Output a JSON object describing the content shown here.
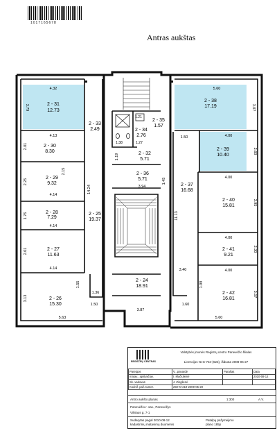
{
  "header": {
    "barcode_number": "1017165678",
    "title": "Antras aukštas"
  },
  "rooms": {
    "r2_31": {
      "id": "2 - 31",
      "area": "12.73"
    },
    "r2_30": {
      "id": "2 - 30",
      "area": "8.30"
    },
    "r2_29": {
      "id": "2 - 29",
      "area": "9.32"
    },
    "r2_28": {
      "id": "2 - 28",
      "area": "7.29"
    },
    "r2_27": {
      "id": "2 - 27",
      "area": "11.63"
    },
    "r2_26": {
      "id": "2 - 26",
      "area": "15.30"
    },
    "r2_33": {
      "id": "2 - 33",
      "area": "2.49"
    },
    "r2_25": {
      "id": "2 - 25",
      "area": "19.37"
    },
    "r2_34": {
      "id": "2 - 34",
      "area": "2.76"
    },
    "r2_35": {
      "id": "2 - 35",
      "area": "1.57"
    },
    "r2_32": {
      "id": "2 - 32",
      "area": "5.71"
    },
    "r2_36": {
      "id": "2 - 36",
      "area": "5.71"
    },
    "r2_24": {
      "id": "2 - 24",
      "area": "18.91"
    },
    "r2_37": {
      "id": "2 - 37",
      "area": "16.68"
    },
    "r2_38": {
      "id": "2 - 38",
      "area": "17.19"
    },
    "r2_39": {
      "id": "2 - 39",
      "area": "10.40"
    },
    "r2_40": {
      "id": "2 - 40",
      "area": "15.81"
    },
    "r2_41": {
      "id": "2 - 41",
      "area": "9.21"
    },
    "r2_42": {
      "id": "2 - 42",
      "area": "16.81"
    }
  },
  "dimensions": {
    "d_432": "4.32",
    "d_379": "3.79",
    "d_413": "4.13",
    "d_201a": "2.01",
    "d_225": "2.25",
    "d_215": "2.15",
    "d_414a": "4.14",
    "d_176": "1.76",
    "d_414b": "4.14",
    "d_201b": "2.01",
    "d_414c": "4.14",
    "d_313": "3.13",
    "d_563": "5.63",
    "d_155": "1.55",
    "d_136": "1.36",
    "d_150a": "1.50",
    "d_1424": "14.24",
    "d_119": "1.19",
    "d_121": "1.21",
    "d_127": "1.27",
    "d_138": "1.38",
    "d_394": "3.94",
    "d_145": "1.45",
    "d_387": "3.87",
    "d_1113": "11.13",
    "d_340": "3.40",
    "d_150b": "1.50",
    "d_560a": "5.60",
    "d_307": "3.07",
    "d_400a": "4.00",
    "d_260": "2.60",
    "d_400b": "4.00",
    "d_395": "3.95",
    "d_400c": "4.00",
    "d_230": "2.30",
    "d_400d": "4.00",
    "d_199": "1.99",
    "d_357": "3.57",
    "d_160": "1.60",
    "d_560b": "5.60"
  },
  "stamp": {
    "logo_label": "REGISTRŲ CENTRAS",
    "org": "Valstybės įmonės Registrų centro Panevėžio filialas",
    "license": "Licencijos Nr.G-734-(623), išduota 2008-06-27",
    "col_headers": [
      "Pareigos",
      "V., pavardė",
      "Parašas",
      "Data"
    ],
    "row1": [
      "matav., apskaičiav.",
      "I. Mačiulienė",
      "",
      "2010-08-12"
    ],
    "row2": [
      "Sk. vadovas",
      "J. Zinglienė",
      "",
      ""
    ],
    "row3": [
      "Kodnif. paž.numer.",
      "250-M-219-2009-05-20",
      "",
      ""
    ],
    "plan_label": "Antro aukšto planas",
    "scale": "1:300",
    "sheet": "A.V.",
    "address_1": "Panevėžio r. sav., Panevėžys",
    "address_2": "Vilniaus g. 7-1",
    "date_line": "Sudarytas pagal 2010-08-12",
    "date_line_2": "kadastrinių matavimų duomenis",
    "area_label": "Patalpų pažymėjimo",
    "area_val": "plano  185p"
  }
}
